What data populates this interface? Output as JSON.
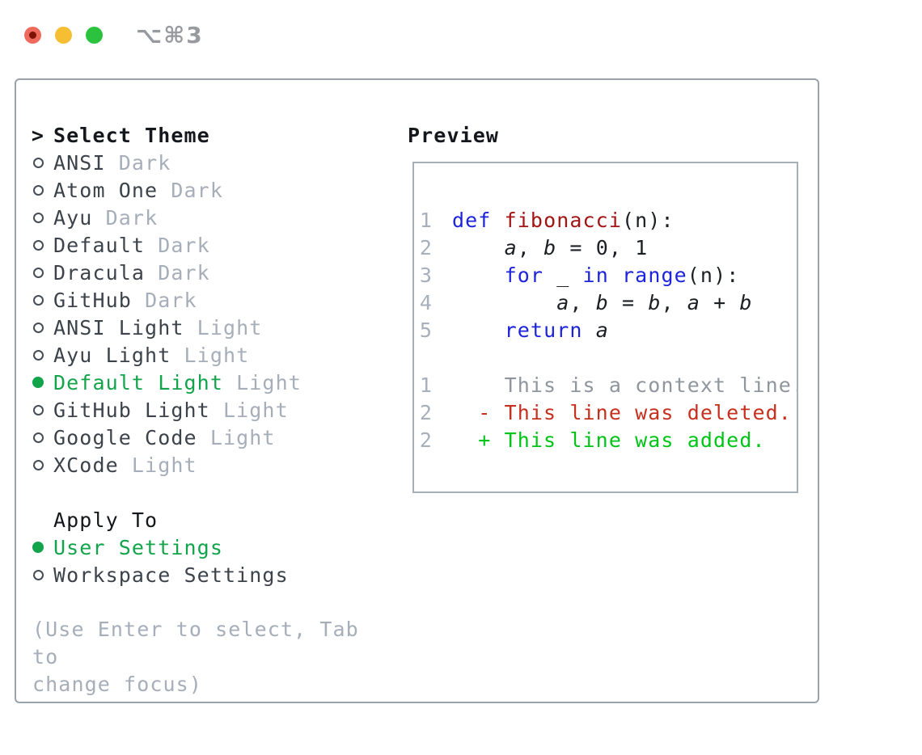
{
  "titlebar": {
    "shortcut": "⌥⌘3",
    "buttons": [
      "close",
      "minimize",
      "zoom"
    ]
  },
  "theme_list": {
    "prompt": ">",
    "title": "Select Theme",
    "items": [
      {
        "name": "ANSI",
        "variant": "Dark",
        "selected": false
      },
      {
        "name": "Atom One",
        "variant": "Dark",
        "selected": false
      },
      {
        "name": "Ayu",
        "variant": "Dark",
        "selected": false
      },
      {
        "name": "Default",
        "variant": "Dark",
        "selected": false
      },
      {
        "name": "Dracula",
        "variant": "Dark",
        "selected": false
      },
      {
        "name": "GitHub",
        "variant": "Dark",
        "selected": false
      },
      {
        "name": "ANSI Light",
        "variant": "Light",
        "selected": false
      },
      {
        "name": "Ayu Light",
        "variant": "Light",
        "selected": false
      },
      {
        "name": "Default Light",
        "variant": "Light",
        "selected": true
      },
      {
        "name": "GitHub Light",
        "variant": "Light",
        "selected": false
      },
      {
        "name": "Google Code",
        "variant": "Light",
        "selected": false
      },
      {
        "name": "XCode",
        "variant": "Light",
        "selected": false
      }
    ]
  },
  "apply_to": {
    "title": "Apply To",
    "items": [
      {
        "label": "User Settings",
        "selected": true
      },
      {
        "label": "Workspace Settings",
        "selected": false
      }
    ]
  },
  "hint": "(Use Enter to select, Tab to\nchange focus)",
  "preview": {
    "title": "Preview",
    "lines": [
      {
        "num": "1",
        "tokens": [
          [
            "def",
            "kw"
          ],
          [
            " ",
            ""
          ],
          [
            "fibonacci",
            "fn"
          ],
          [
            "(n):",
            ""
          ]
        ]
      },
      {
        "num": "2",
        "tokens": [
          [
            "    ",
            ""
          ],
          [
            "a",
            "var"
          ],
          [
            ", ",
            ""
          ],
          [
            "b",
            "var"
          ],
          [
            " = 0, 1",
            ""
          ]
        ]
      },
      {
        "num": "3",
        "tokens": [
          [
            "    ",
            ""
          ],
          [
            "for",
            "kw"
          ],
          [
            " _ ",
            ""
          ],
          [
            "in",
            "kw"
          ],
          [
            " ",
            ""
          ],
          [
            "range",
            "kw"
          ],
          [
            "(n):",
            ""
          ]
        ]
      },
      {
        "num": "4",
        "tokens": [
          [
            "        ",
            ""
          ],
          [
            "a",
            "var"
          ],
          [
            ", ",
            ""
          ],
          [
            "b",
            "var"
          ],
          [
            " = ",
            ""
          ],
          [
            "b",
            "var"
          ],
          [
            ", ",
            ""
          ],
          [
            "a",
            "var"
          ],
          [
            " + ",
            ""
          ],
          [
            "b",
            "var"
          ]
        ]
      },
      {
        "num": "5",
        "tokens": [
          [
            "    ",
            ""
          ],
          [
            "return",
            "kw"
          ],
          [
            " ",
            ""
          ],
          [
            "a",
            "var"
          ]
        ]
      },
      {
        "num": "",
        "tokens": []
      },
      {
        "num": "1",
        "tokens": [
          [
            "    This is a context line.",
            "ctx"
          ]
        ]
      },
      {
        "num": "2",
        "tokens": [
          [
            "  - This line was deleted.",
            "del"
          ]
        ]
      },
      {
        "num": "2",
        "tokens": [
          [
            "  + This line was added.",
            "add"
          ]
        ]
      }
    ]
  },
  "colors": {
    "ui_green": "#12a44a",
    "diff_added_green": "#00c417",
    "diff_deleted_red": "#c6301e",
    "keyword_blue": "#1d24dc",
    "function_red": "#a31515",
    "muted_gray": "#a6aeb9",
    "line_number_gray": "#a7b0bc",
    "panel_border": "#99a1ab",
    "traffic_red": "#ee6a5d",
    "traffic_yellow": "#f6be32",
    "traffic_green": "#2bc23e"
  }
}
